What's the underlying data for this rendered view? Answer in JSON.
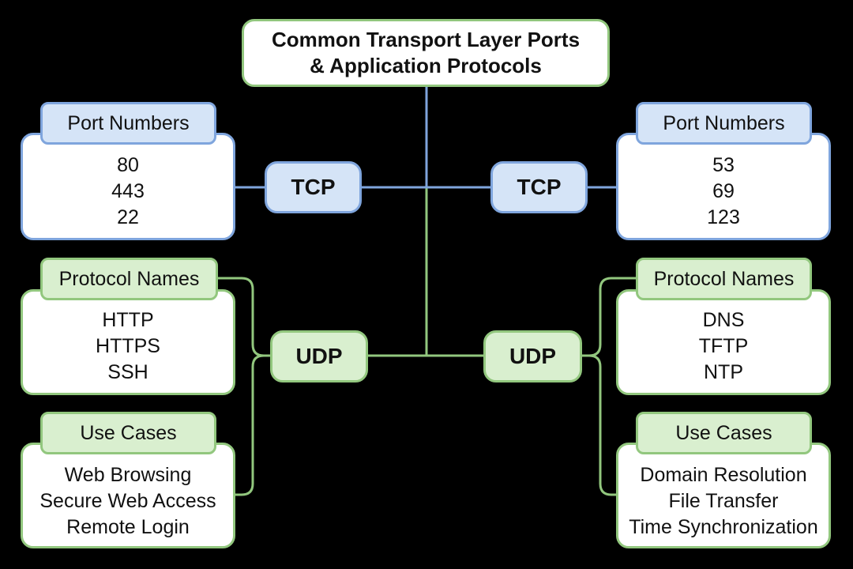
{
  "colors": {
    "background": "#000000",
    "tcp_border": "#7fa5dd",
    "tcp_fill": "#d5e4f7",
    "udp_border": "#92c77e",
    "udp_fill": "#d9efcf",
    "panel_fill": "#ffffff"
  },
  "title": {
    "line1": "Common Transport Layer Ports",
    "line2": "& Application Protocols"
  },
  "left": {
    "tcp_label": "TCP",
    "udp_label": "UDP",
    "ports": {
      "heading": "Port Numbers",
      "items": [
        "80",
        "443",
        "22"
      ]
    },
    "protocols": {
      "heading": "Protocol Names",
      "items": [
        "HTTP",
        "HTTPS",
        "SSH"
      ]
    },
    "use_cases": {
      "heading": "Use Cases",
      "items": [
        "Web Browsing",
        "Secure Web Access",
        "Remote Login"
      ]
    }
  },
  "right": {
    "tcp_label": "TCP",
    "udp_label": "UDP",
    "ports": {
      "heading": "Port Numbers",
      "items": [
        "53",
        "69",
        "123"
      ]
    },
    "protocols": {
      "heading": "Protocol Names",
      "items": [
        "DNS",
        "TFTP",
        "NTP"
      ]
    },
    "use_cases": {
      "heading": "Use Cases",
      "items": [
        "Domain Resolution",
        "File Transfer",
        "Time Synchronization"
      ]
    }
  }
}
